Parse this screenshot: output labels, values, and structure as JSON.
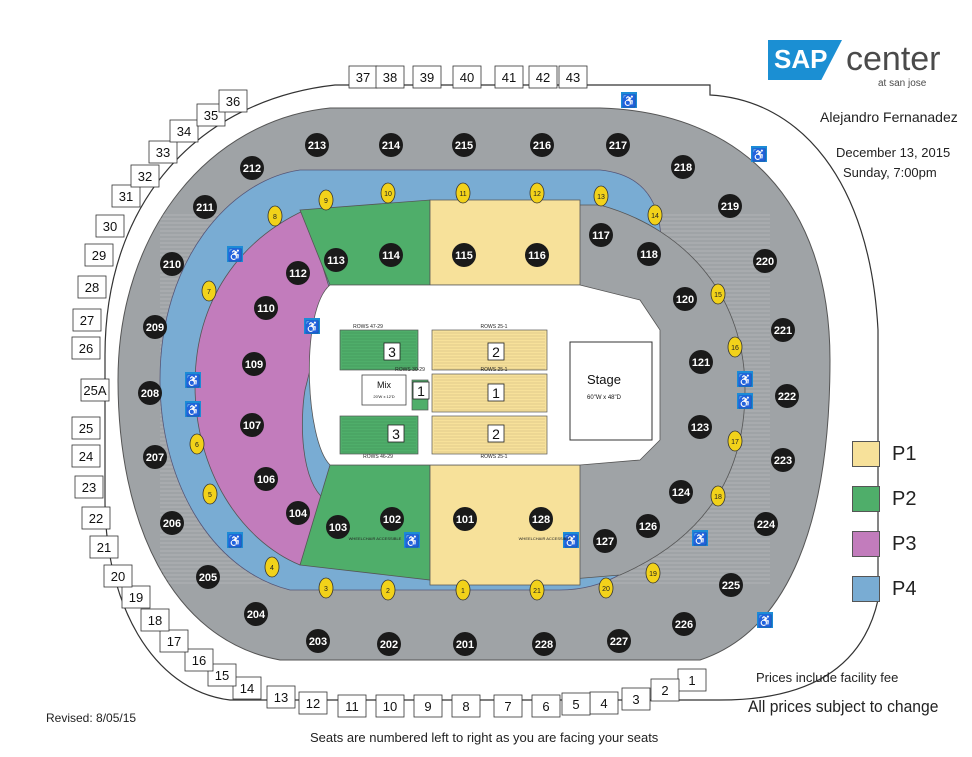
{
  "venue": {
    "logo_sap": "SAP",
    "logo_center": "center",
    "logo_sub": "at san jose"
  },
  "event": {
    "name": "Alejandro Fernanadez",
    "date": "December 13, 2015",
    "time": "Sunday, 7:00pm"
  },
  "legend": [
    {
      "label": "P1",
      "color": "#f7e19a"
    },
    {
      "label": "P2",
      "color": "#4fae6a"
    },
    {
      "label": "P3",
      "color": "#c27cbc"
    },
    {
      "label": "P4",
      "color": "#79acd3"
    }
  ],
  "notes": {
    "fee": "Prices include facility fee",
    "change": "All prices subject to change",
    "revised": "Revised:  8/05/15",
    "seating": "Seats are numbered left to right as you are facing your seats"
  },
  "stage": {
    "label": "Stage",
    "dims": "60\"W x 48\"D"
  },
  "mix": {
    "label": "Mix",
    "sub": "20'W x 12'D"
  },
  "floor_rows": {
    "left_top": "ROWS 47-29",
    "right_top": "ROWS 25-1",
    "mid_top": "ROWS 30-29",
    "mid_right": "ROWS 25-1",
    "left_bottom": "ROWS 46-29",
    "right_bottom": "ROWS 25-1"
  },
  "wheelchair_label": "WHEELCHAIR ACCESSIBLE",
  "floor_sections": [
    "3",
    "2",
    "1",
    "3",
    "2",
    "1"
  ],
  "sections_200": [
    "201",
    "202",
    "203",
    "204",
    "205",
    "206",
    "207",
    "208",
    "209",
    "210",
    "211",
    "212",
    "213",
    "214",
    "215",
    "216",
    "217",
    "218",
    "219",
    "220",
    "221",
    "222",
    "223",
    "224",
    "225",
    "226",
    "227",
    "228"
  ],
  "sections_100": [
    "101",
    "102",
    "103",
    "104",
    "106",
    "107",
    "109",
    "110",
    "112",
    "113",
    "114",
    "115",
    "116",
    "117",
    "118",
    "120",
    "121",
    "123",
    "124",
    "126",
    "127",
    "128"
  ],
  "suites": [
    "1",
    "2",
    "3",
    "4",
    "5",
    "6",
    "7",
    "8",
    "9",
    "10",
    "11",
    "12",
    "13",
    "14",
    "15",
    "16",
    "17",
    "18",
    "19",
    "20",
    "21",
    "22",
    "23",
    "24",
    "25",
    "25A",
    "26",
    "27",
    "28",
    "29",
    "30",
    "31",
    "32",
    "33",
    "34",
    "35",
    "36",
    "37",
    "38",
    "39",
    "40",
    "41",
    "42",
    "43"
  ],
  "vomitories": [
    "1",
    "2",
    "3",
    "4",
    "5",
    "6",
    "7",
    "8",
    "9",
    "10",
    "11",
    "12",
    "13",
    "14",
    "15",
    "16",
    "17",
    "18",
    "19",
    "20",
    "21"
  ]
}
